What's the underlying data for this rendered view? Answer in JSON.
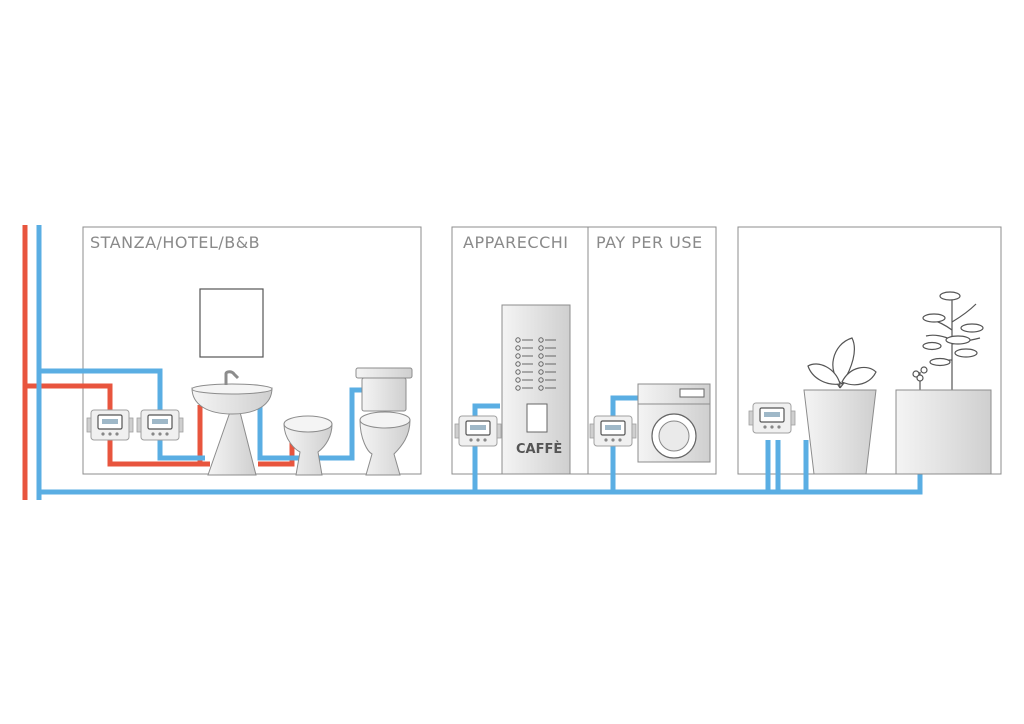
{
  "rooms": {
    "hotel": {
      "label": "STANZA/HOTEL/B&B"
    },
    "appliances": {
      "label": "APPARECCHI"
    },
    "pay_per_use": {
      "label": "PAY PER USE"
    },
    "garden": {
      "label": ""
    }
  },
  "coffee_machine": {
    "label": "CAFFÈ"
  },
  "colors": {
    "hot_water_pipe": "#e8553e",
    "cold_water_pipe": "#5aaee3",
    "room_border": "#8c8c8c",
    "label_text": "#8a8a8a"
  },
  "icons": [
    "water-meter-icon",
    "washbasin-icon",
    "bidet-icon",
    "toilet-icon",
    "coffee-machine-icon",
    "washing-machine-icon",
    "plant-pot-icon",
    "tree-planter-icon",
    "mirror-icon"
  ]
}
